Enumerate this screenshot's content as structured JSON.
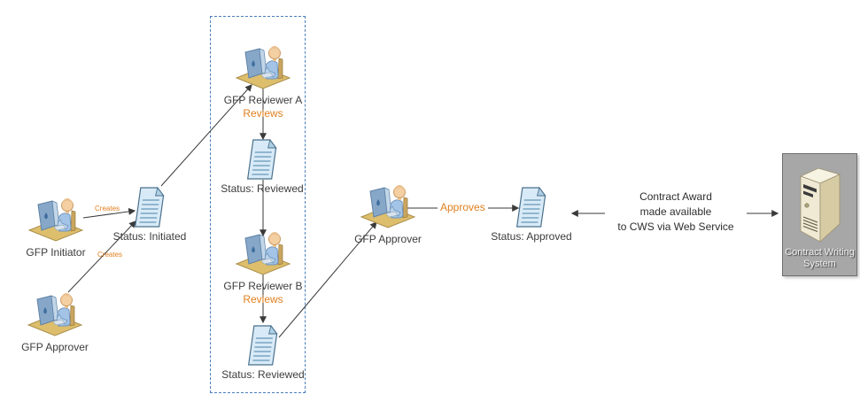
{
  "nodes": {
    "gfp_initiator": {
      "label": "GFP Initiator",
      "icon": "person-at-computer-icon"
    },
    "gfp_approver_left": {
      "label": "GFP Approver",
      "icon": "person-at-computer-icon"
    },
    "status_initiated": {
      "label": "Status: Initiated",
      "icon": "document-icon"
    },
    "gfp_reviewer_a": {
      "label": "GFP Reviewer A",
      "action": "Reviews",
      "icon": "person-at-computer-icon"
    },
    "status_reviewed_top": {
      "label": "Status: Reviewed",
      "icon": "document-icon"
    },
    "gfp_reviewer_b": {
      "label": "GFP Reviewer B",
      "action": "Reviews",
      "icon": "person-at-computer-icon"
    },
    "status_reviewed_bottom": {
      "label": "Status: Reviewed",
      "icon": "document-icon"
    },
    "gfp_approver_mid": {
      "label": "GFP Approver",
      "icon": "person-at-computer-icon"
    },
    "status_approved": {
      "label": "Status: Approved",
      "icon": "document-icon"
    },
    "contract_writing_system": {
      "label_line1": "Contract Writing",
      "label_line2": "System",
      "icon": "server-icon"
    }
  },
  "edges": {
    "initiator_creates": {
      "label": "Creates"
    },
    "approver_creates": {
      "label": "Creates"
    },
    "approves": {
      "label": "Approves"
    },
    "contract_award": {
      "line1": "Contract Award",
      "line2": "made available",
      "line3": "to CWS via Web Service"
    }
  },
  "colors": {
    "accent_orange": "#E07F1E",
    "dashed_box_blue": "#4A7EBB",
    "document_fill": "#D8EAF7",
    "server_panel_gray": "#A7A7A7",
    "label_text": "#3C3C3C",
    "connector": "#3A3A3A"
  }
}
